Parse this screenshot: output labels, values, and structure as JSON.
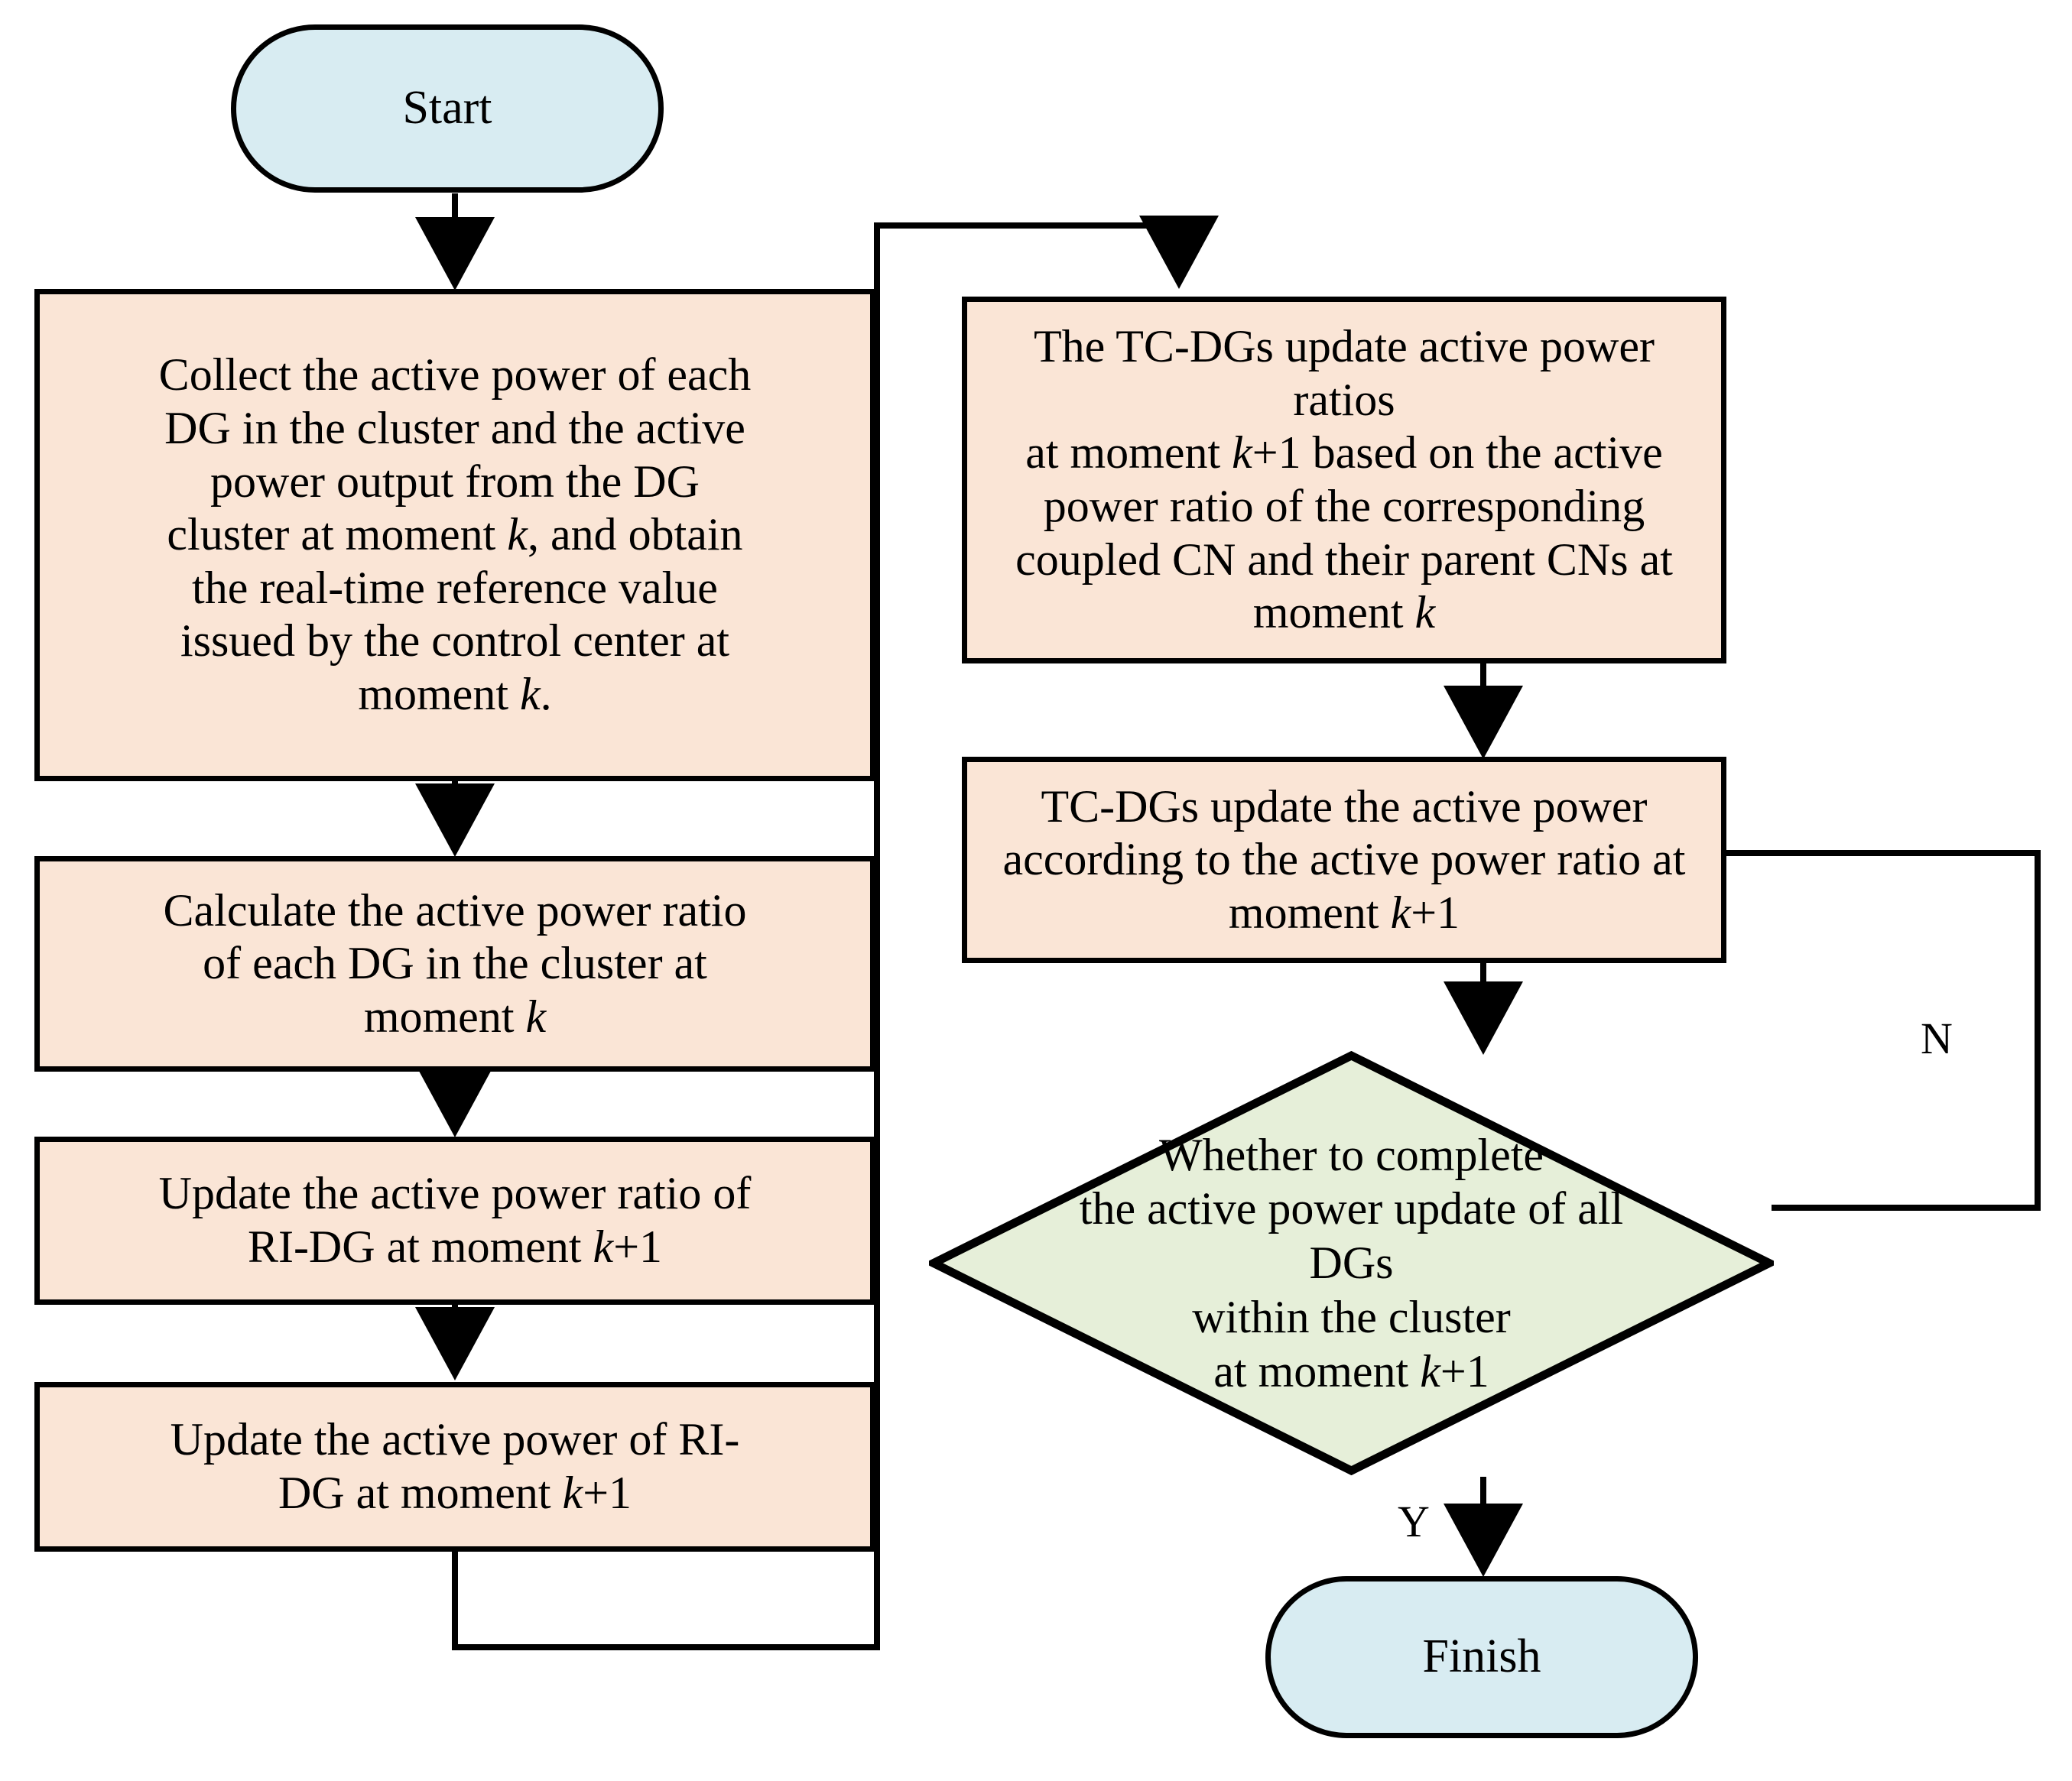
{
  "diagram": {
    "title": "Distributed active power control flowchart",
    "colors": {
      "process_fill": "#fae5d6",
      "terminal_fill": "#d8ecf2",
      "decision_fill": "#e6efd9",
      "stroke": "#000000",
      "background": "#ffffff"
    },
    "nodes": {
      "start": {
        "type": "terminal",
        "label": "Start"
      },
      "collect": {
        "type": "process",
        "lines": [
          "Collect the active power  of each",
          "DG in the cluster and the active",
          "power output from the DG",
          "cluster at moment k, and obtain",
          "the real-time reference value",
          "issued by the control center at",
          "moment k."
        ],
        "plain": "Collect the active power of each DG in the cluster and the active power output from the DG cluster at moment k, and obtain the real-time reference value issued by the control center at moment k."
      },
      "calculate": {
        "type": "process",
        "lines": [
          "Calculate the active power ratio",
          "of each DG in the cluster at",
          "moment k"
        ],
        "plain": "Calculate the active power ratio of each DG in the cluster at moment k"
      },
      "update_ratio_ridg": {
        "type": "process",
        "lines": [
          "Update the active power ratio  of",
          "RI-DG at moment k+1"
        ],
        "plain": "Update the active power ratio of RI-DG at moment k+1"
      },
      "update_power_ridg": {
        "type": "process",
        "lines": [
          "Update the active power of RI-",
          "DG at moment k+1"
        ],
        "plain": "Update the active power of RI-DG at moment k+1"
      },
      "tcdg_ratios": {
        "type": "process",
        "lines": [
          "The TC-DGs update active power ratios",
          "at moment k+1 based on the active",
          "power ratio of  the corresponding",
          "coupled CN and their parent CNs at",
          "moment k"
        ],
        "plain": "The TC-DGs update active power ratios at moment k+1 based on the active power ratio of the corresponding coupled CN and their parent CNs at moment k"
      },
      "tcdg_power": {
        "type": "process",
        "lines": [
          "TC-DGs update the active power",
          "according to the active power ratio at",
          "moment k+1"
        ],
        "plain": "TC-DGs update the active power according to the active power ratio at moment k+1"
      },
      "decision": {
        "type": "decision",
        "lines": [
          "Whether to complete",
          "the active power update of all DGs",
          "within the cluster",
          "at moment k+1"
        ],
        "plain": "Whether to complete the active power update of all DGs within the cluster at moment k+1"
      },
      "finish": {
        "type": "terminal",
        "label": "Finish"
      }
    },
    "edge_labels": {
      "yes": "Y",
      "no": "N"
    }
  }
}
